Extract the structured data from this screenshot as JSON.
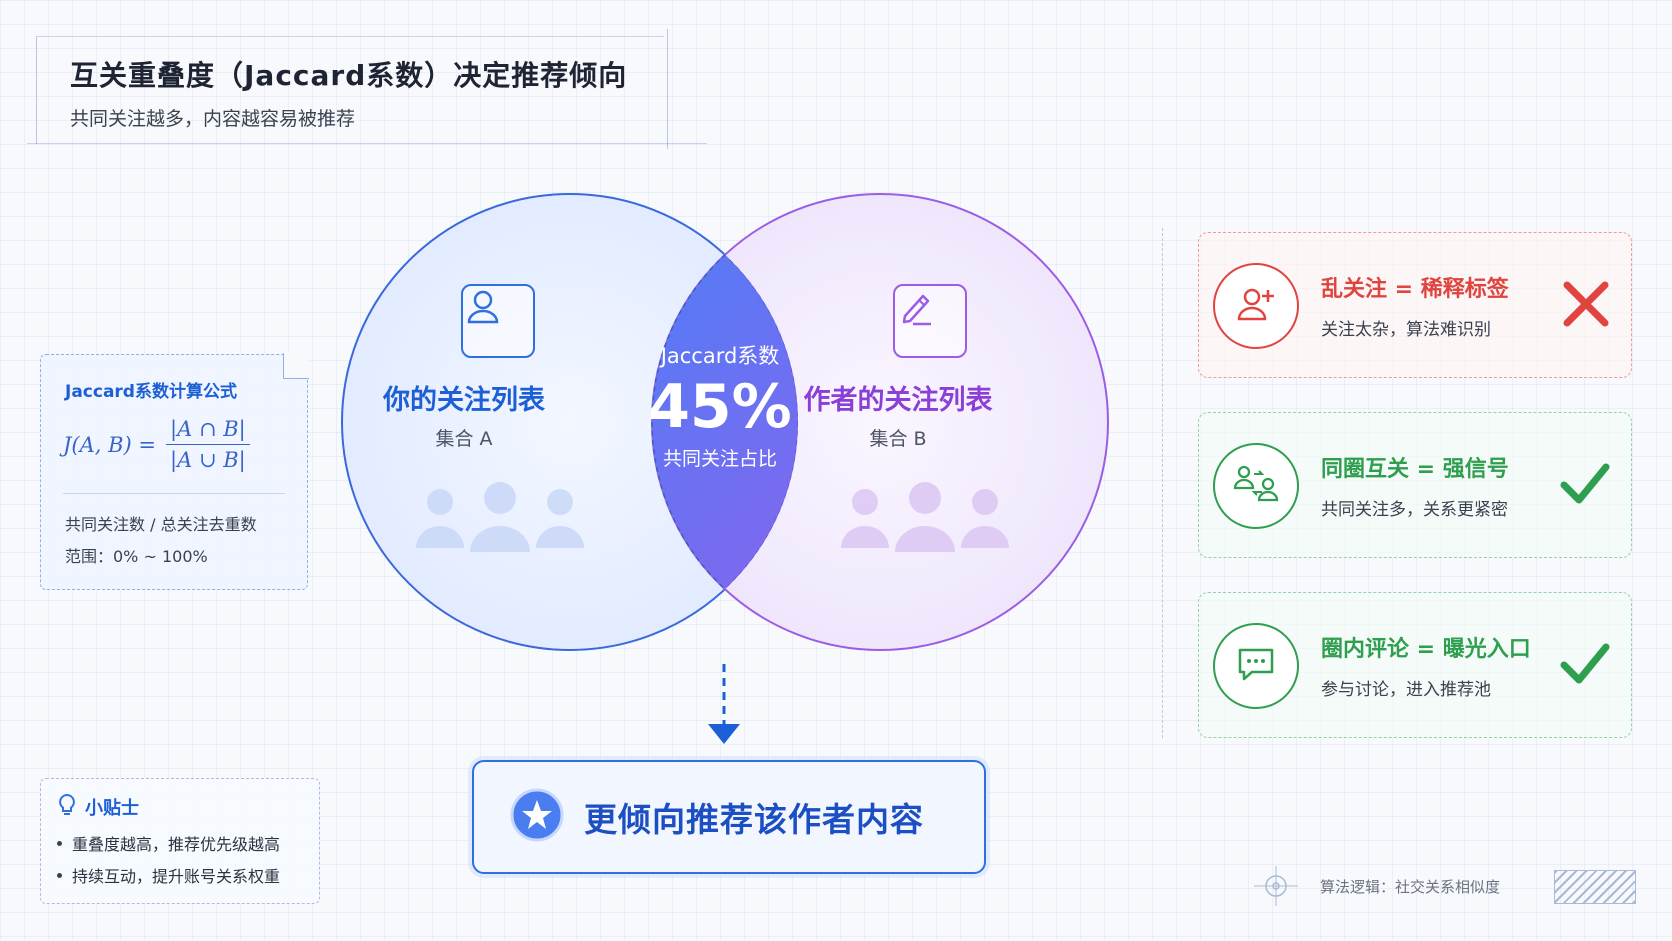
{
  "header": {
    "title": "互关重叠度（Jaccard系数）决定推荐倾向",
    "subtitle": "共同关注越多，内容越容易被推荐"
  },
  "formula": {
    "title": "Jaccard系数计算公式",
    "lhs": "J(A, B) =",
    "numerator": "|A ∩ B|",
    "denominator": "|A ∪ B|",
    "note1": "共同关注数 / 总关注去重数",
    "note2": "范围：0% ~ 100%"
  },
  "tips": {
    "title": "小贴士",
    "items": [
      "重叠度越高，推荐优先级越高",
      "持续互动，提升账号关系权重"
    ]
  },
  "venn": {
    "set_a": {
      "name": "你的关注列表",
      "sub": "集合 A",
      "icon": "user-icon"
    },
    "set_b": {
      "name": "作者的关注列表",
      "sub": "集合 B",
      "icon": "edit-icon"
    },
    "center": {
      "label": "Jaccard系数",
      "value": "45%",
      "caption": "共同关注占比"
    },
    "overlap_fraction": 0.45
  },
  "conclusion": {
    "text": "更倾向推荐该作者内容",
    "icon": "star-icon"
  },
  "cards": [
    {
      "title": "乱关注 = 稀释标签",
      "sub": "关注太杂，算法难识别",
      "icon": "add-user-icon",
      "status": "bad",
      "mark": "cross-icon"
    },
    {
      "title": "同圈互关 = 强信号",
      "sub": "共同关注多，关系更紧密",
      "icon": "mutual-users-icon",
      "status": "good",
      "mark": "check-icon"
    },
    {
      "title": "圈内评论 = 曝光入口",
      "sub": "参与讨论，进入推荐池",
      "icon": "comment-icon",
      "status": "good",
      "mark": "check-icon"
    }
  ],
  "colors": {
    "blue": "#2f6fe0",
    "purple": "#9b5de5",
    "red": "#e0443e",
    "green": "#2e9e4f"
  },
  "footer": {
    "text": "算法逻辑：社交关系相似度"
  }
}
